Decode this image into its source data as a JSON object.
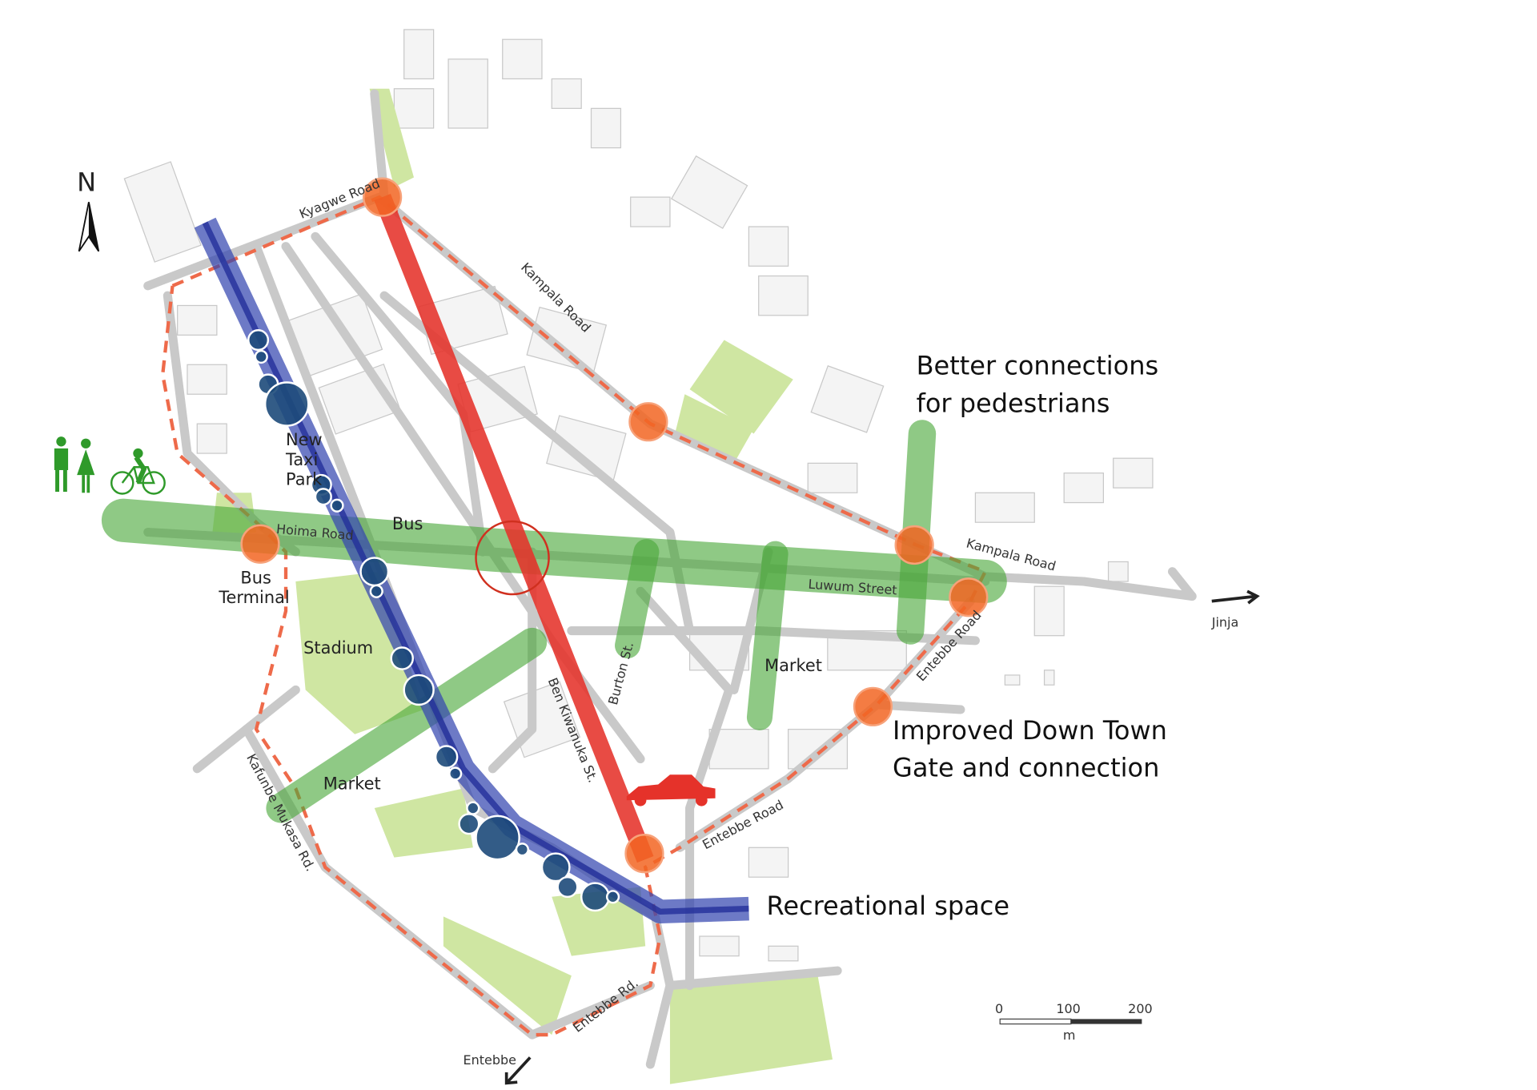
{
  "north_label": "N",
  "annotations": {
    "pedestrians_line1": "Better connections",
    "pedestrians_line2": "for pedestrians",
    "gate_line1": "Improved Down Town",
    "gate_line2": "Gate and connection",
    "recreational": "Recreational space"
  },
  "places": {
    "taxi_1": "New",
    "taxi_2": "Taxi",
    "taxi_3": "Park",
    "bus": "Bus",
    "bus_terminal_1": "Bus",
    "bus_terminal_2": "Terminal",
    "stadium": "Stadium",
    "market_west": "Market",
    "market_east": "Market"
  },
  "streets": {
    "kyagwe": "Kyagwe Road",
    "kampala_north": "Kampala Road",
    "kampala_east": "Kampala Road",
    "hoima": "Hoima Road",
    "luwum": "Luwum Street",
    "ben_kiwanuka": "Ben Kiwanuka St.",
    "burton": "Burton St.",
    "entebbe_road_east": "Entebbe Road",
    "entebbe_road_south": "Entebbe Road",
    "entebbe_rd": "Entebbe Rd.",
    "kafunbe": "Kafunbe Mukasa Rd."
  },
  "destinations": {
    "jinja": "Jinja",
    "entebbe": "Entebbe"
  },
  "scale_bar": {
    "ticks": [
      "0",
      "100",
      "200"
    ],
    "unit": "m"
  },
  "colors": {
    "transit": "#3446b0",
    "car": "#e5322a",
    "pedestrian": "#4aa83a",
    "node": "#f26522",
    "boundary": "#ee6a4a",
    "road": "#c9c9c9",
    "park": "#cfe6a2",
    "bubble": "#1d4a7a"
  }
}
